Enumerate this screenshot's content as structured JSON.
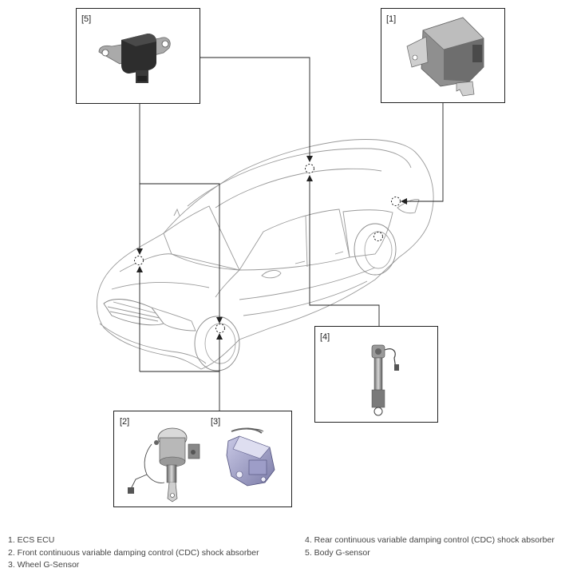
{
  "boxes": {
    "b1": "[1]",
    "b2": "[2]",
    "b3": "[3]",
    "b4": "[4]",
    "b5": "[5]"
  },
  "legend": {
    "item1": "1. ECS ECU",
    "item2": "2. Front continuous variable damping control (CDC) shock absorber",
    "item3": "3. Wheel G-Sensor",
    "item4": "4. Rear continuous variable damping control (CDC) shock absorber",
    "item5": "5. Body G-sensor"
  }
}
